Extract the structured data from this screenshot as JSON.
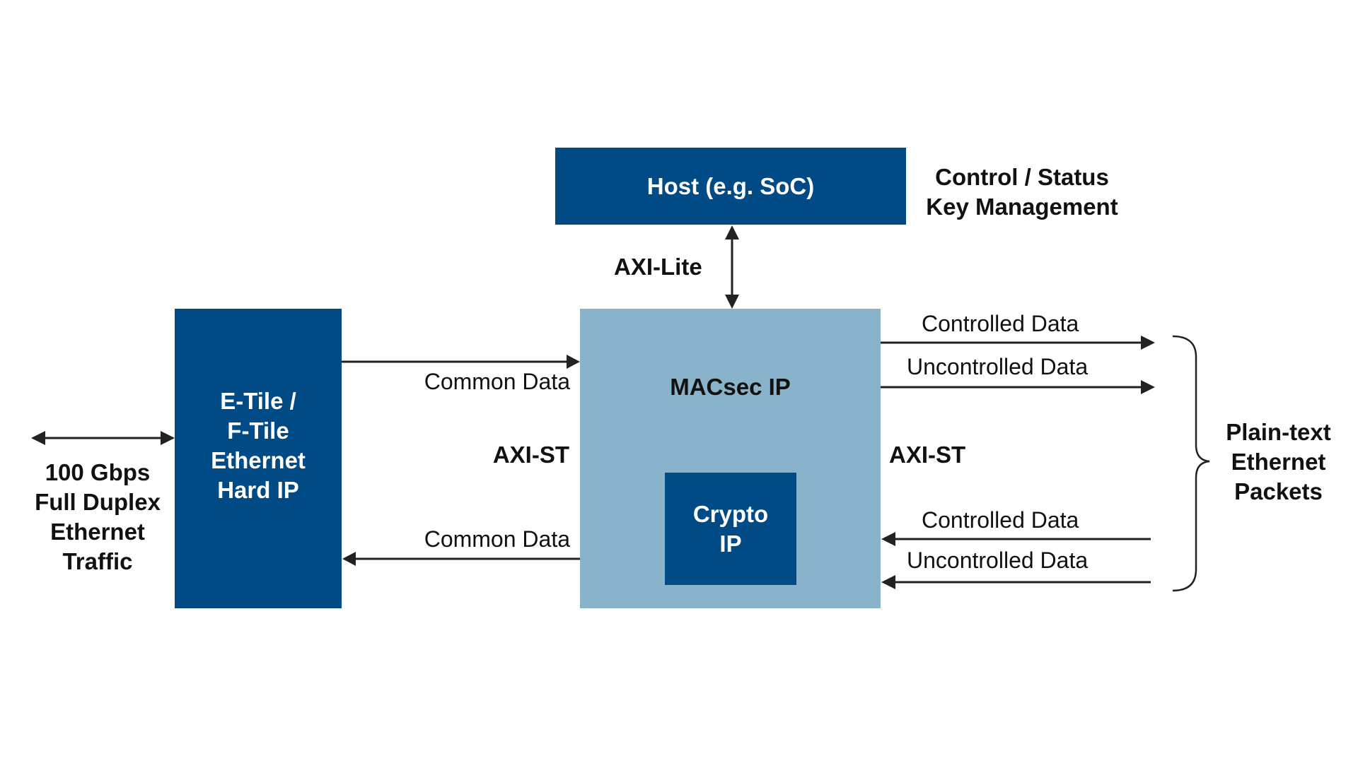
{
  "blocks": {
    "host": "Host (e.g. SoC)",
    "ethernet_hard_ip": [
      "E-Tile /",
      "F-Tile",
      "Ethernet",
      "Hard IP"
    ],
    "macsec": "MACsec IP",
    "crypto": [
      "Crypto",
      "IP"
    ]
  },
  "labels": {
    "host_side": [
      "Control / Status",
      "Key Management"
    ],
    "axi_lite": "AXI-Lite",
    "axi_st_left": "AXI-ST",
    "axi_st_right": "AXI-ST",
    "common_data_tx": "Common Data",
    "common_data_rx": "Common Data",
    "controlled_out": "Controlled Data",
    "uncontrolled_out": "Uncontrolled Data",
    "controlled_in": "Controlled Data",
    "uncontrolled_in": "Uncontrolled Data",
    "ethernet_traffic": [
      "100 Gbps",
      "Full Duplex",
      "Ethernet",
      "Traffic"
    ],
    "plaintext_packets": [
      "Plain-text",
      "Ethernet",
      "Packets"
    ]
  },
  "colors": {
    "dark_block": "#004A86",
    "light_block": "#88B3CB",
    "line": "#222222"
  }
}
